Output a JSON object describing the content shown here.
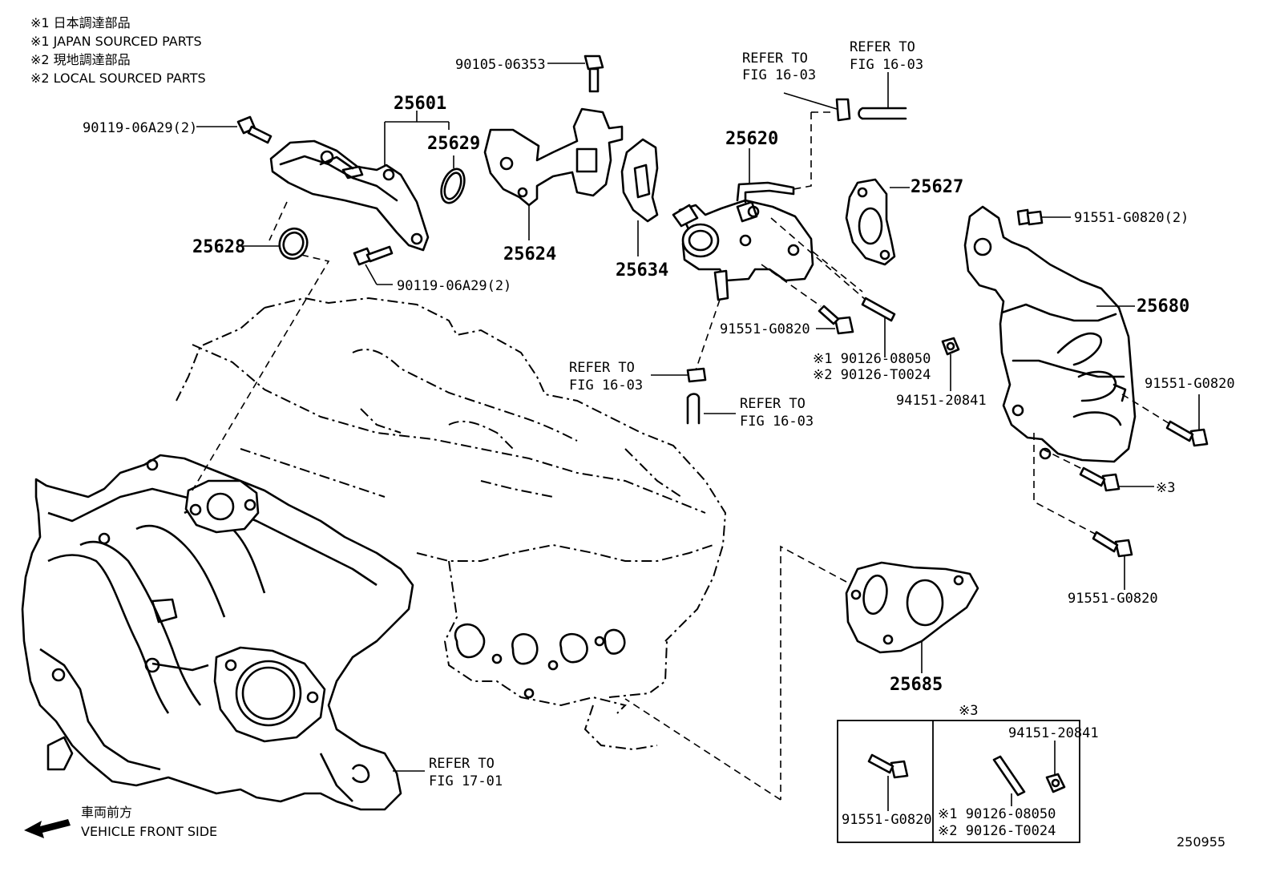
{
  "legend": {
    "note1_jp": "※1 日本調達部品",
    "note1_en": "※1 JAPAN SOURCED PARTS",
    "note2_jp": "※2 現地調達部品",
    "note2_en": "※2 LOCAL SOURCED PARTS"
  },
  "callouts": {
    "c90105_06353": "90105-06353",
    "c90119_a": "90119-06A29(2)",
    "c90119_b": "90119-06A29(2)",
    "c25601": "25601",
    "c25629": "25629",
    "c25628": "25628",
    "c25624": "25624",
    "c25634": "25634",
    "c25620": "25620",
    "c25627": "25627",
    "c25680": "25680",
    "c25685": "25685",
    "c91551_2": "91551-G0820(2)",
    "c91551_a": "91551-G0820",
    "c91551_b": "91551-G0820",
    "c91551_c": "91551-G0820",
    "c90126_1": "※1 90126-08050",
    "c90126_2": "※2 90126-T0024",
    "c94151": "94151-20841",
    "note3": "※3"
  },
  "refers": {
    "r1_a": "REFER TO",
    "r1_b": "FIG 16-03",
    "r2_a": "REFER TO",
    "r2_b": "FIG 16-03",
    "r3_a": "REFER TO",
    "r3_b": "FIG 16-03",
    "r4_a": "REFER TO",
    "r4_b": "FIG 16-03",
    "r5_a": "REFER TO",
    "r5_b": "FIG 17-01"
  },
  "inset": {
    "title": "※3",
    "bolt_label": "91551-G0820",
    "nut_label": "94151-20841",
    "stud1_label": "※1 90126-08050",
    "stud2_label": "※2 90126-T0024"
  },
  "footer": {
    "front_jp": "車両前方",
    "front_en": "VEHICLE FRONT SIDE",
    "diagram_number": "250955"
  }
}
